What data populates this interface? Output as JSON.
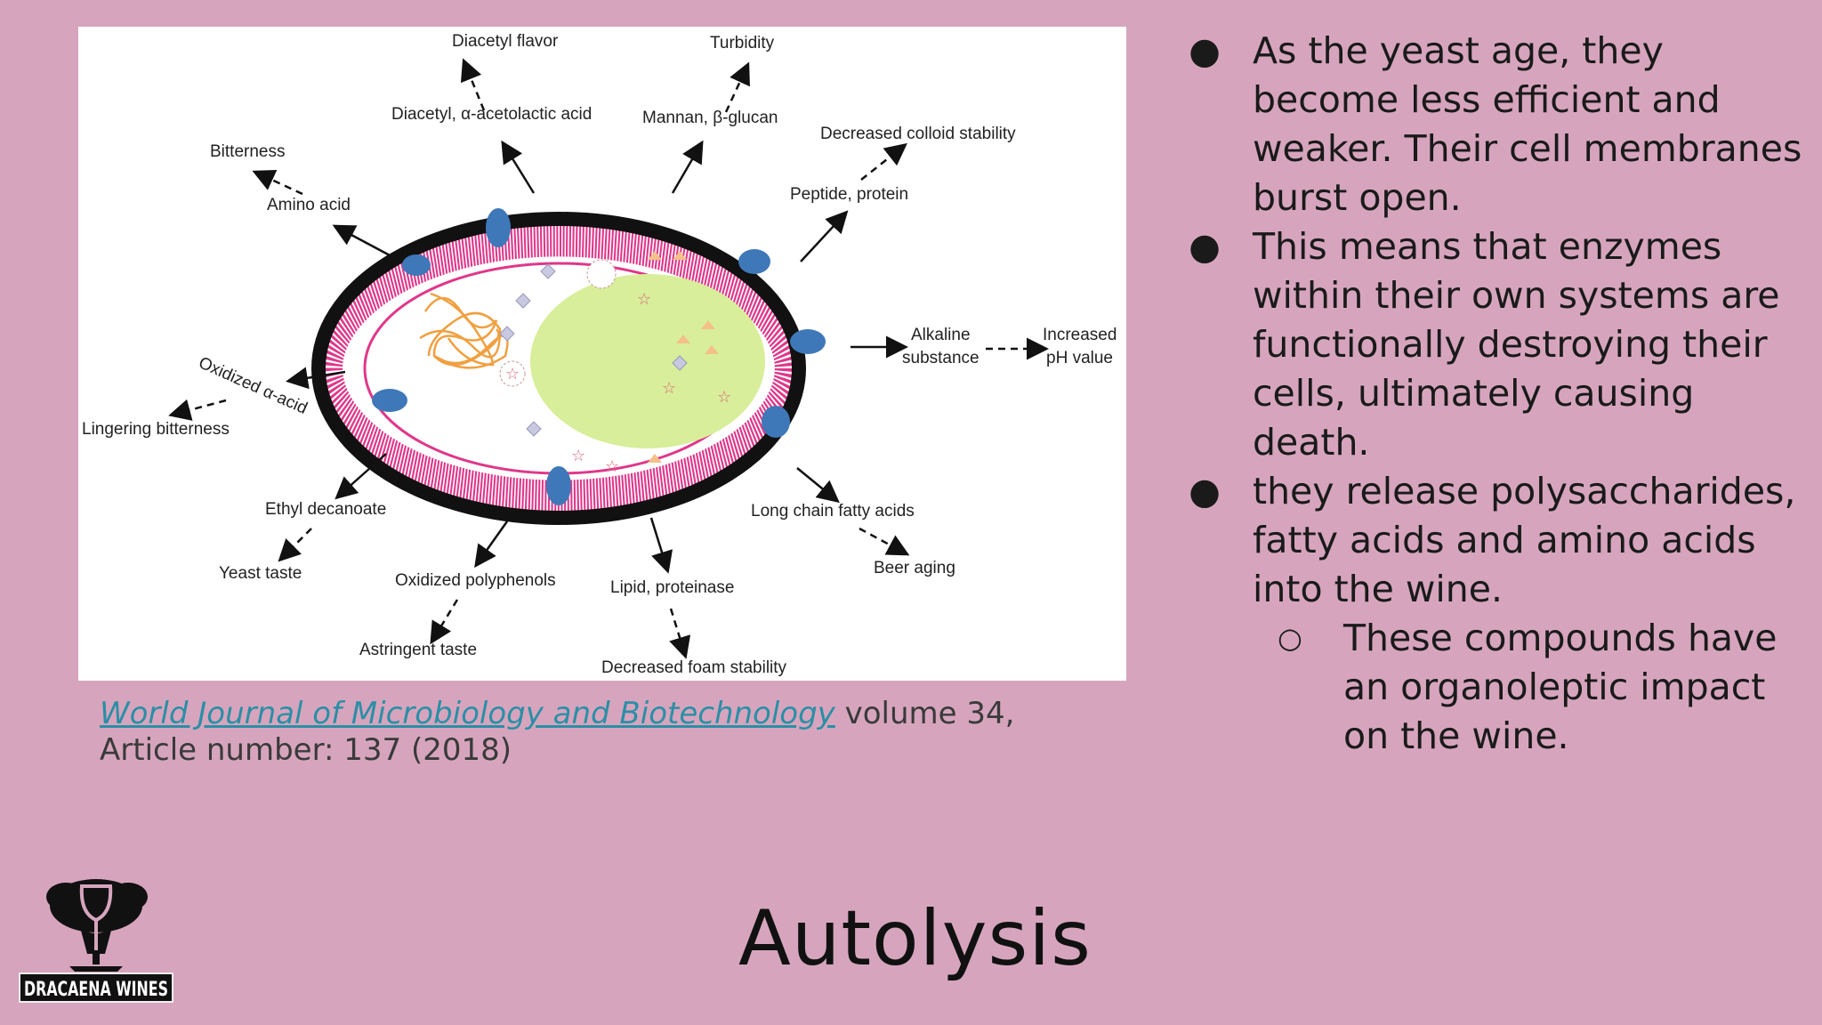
{
  "title": "Autolysis",
  "logo": {
    "text": "DRACAENA WINES"
  },
  "citation": {
    "journal": "World Journal of Microbiology and Biotechnology",
    "rest": " volume 34, Article number: 137 (2018)"
  },
  "bullets": [
    "As the yeast age, they become less efficient and weaker. Their cell membranes burst open.",
    "This means that enzymes within their own systems are functionally destroying their cells, ultimately causing death.",
    "they release polysaccharides, fatty acids and amino acids into the wine."
  ],
  "sub_bullets": [
    "These compounds have an organoleptic impact on the wine."
  ],
  "bullet_symbol": "●",
  "sub_bullet_symbol": "○",
  "diagram": {
    "labels": {
      "diacetyl_flavor": "Diacetyl flavor",
      "turbidity": "Turbidity",
      "diacetyl_acid": "Diacetyl, α-acetolactic acid",
      "mannan": "Mannan, β-glucan",
      "decreased_colloid": "Decreased colloid stability",
      "bitterness": "Bitterness",
      "amino_acid": "Amino acid",
      "peptide": "Peptide, protein",
      "alkaline_1": "Alkaline",
      "alkaline_2": "substance",
      "increased_1": "Increased",
      "increased_2": "pH value",
      "oxidized_acid": "Oxidized α-acid",
      "lingering": "Lingering bitterness",
      "ethyl": "Ethyl decanoate",
      "long_chain": "Long chain fatty acids",
      "yeast_taste": "Yeast taste",
      "oxidized_poly": "Oxidized polyphenols",
      "lipid": "Lipid, proteinase",
      "beer_aging": "Beer aging",
      "astringent": "Astringent taste",
      "decreased_foam": "Decreased foam stability"
    },
    "colors": {
      "membrane": "#e0378a",
      "wall": "#111111",
      "protein": "#3f78b8",
      "nucleus": "#d8ee9a",
      "dna": "#f0a040"
    }
  }
}
